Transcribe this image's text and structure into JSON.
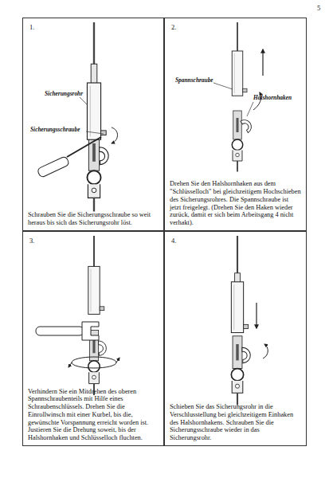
{
  "diagram": {
    "nodes": [
      {
        "text": [
          "1.",
          "Schrauben Sie die Sicherungsschraube so weit heraus bis sich das Sicherungsrohr löst."
        ]
      },
      {
        "text": [
          "2.",
          "Drehen Sie den Halshornhaken aus dem \"Schlüsselloch\" bei gleichzeitigem Hochschieben des Sicherungsrohres. Die Spannschraube ist jetzt freigelegt. (Drehen Sie den Haken wieder zurück, damit er sich beim Arbeitsgang 4 nicht verhakt)."
        ]
      },
      {
        "text": [
          "3.",
          "Verhindern Sie ein Mitdrehen des oberen Spannschraubenteils mit Hilfe eines Schraubenschlüssels. Drehen Sie die Einrollwinsch mit einer Kurbel, bis die, gewünschte Vorspannung erreicht worden ist. Justieren Sie die Drehung soweit, bis der Halshornhaken und Schlüsselloch fluchten."
        ]
      },
      {
        "text": [
          "4.",
          "Schieben Sie das Sicherungsrohr in die Verschlusstellung bei gleichzeitigem Einhaken des Halshornhakens. Schrauben Sie die Sicherungsschraube wieder in das Sicherungsrohr."
        ]
      }
    ],
    "labels": [
      "5",
      "Sicherungsrohr",
      "Sicherungsschraube",
      "Spannschraube",
      "Halshornhaken"
    ]
  }
}
